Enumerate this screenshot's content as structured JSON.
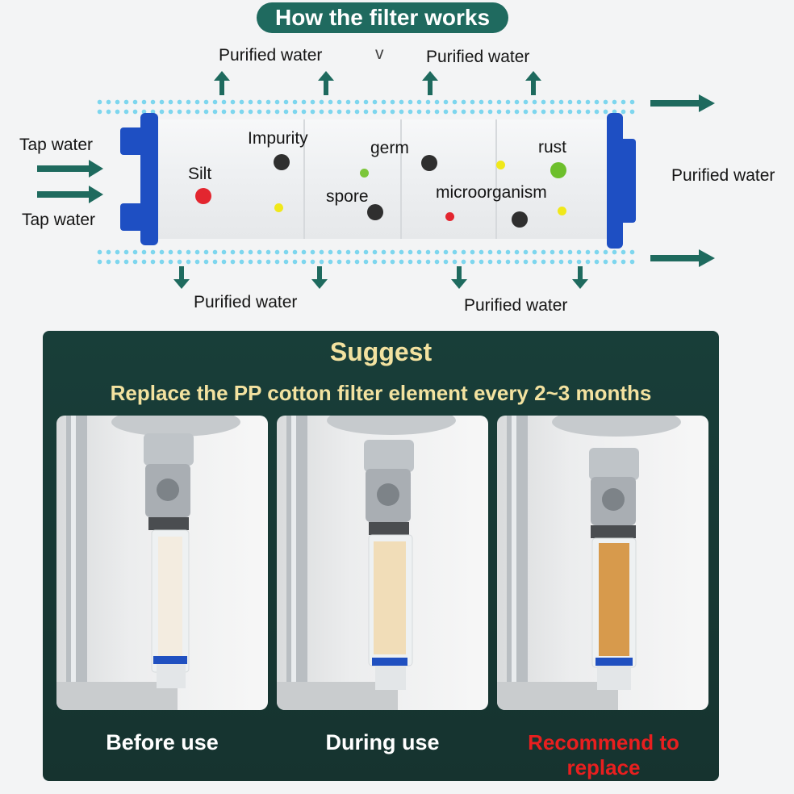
{
  "title": "How the filter works",
  "labels": {
    "purified_top_left": "Purified water",
    "purified_top_right": "Purified water",
    "chevron": "v",
    "purified_right": "Purified water",
    "purified_bottom_left": "Purified water",
    "purified_bottom_right": "Purified water",
    "tap_water_1": "Tap water",
    "tap_water_2": "Tap water"
  },
  "particles": {
    "impurity": "Impurity",
    "germ": "germ",
    "rust": "rust",
    "silt": "Silt",
    "spore": "spore",
    "microorganism": "microorganism"
  },
  "colors": {
    "teal": "#1f6a5f",
    "arrow": "#1e6a5e",
    "cap_blue": "#1e4fc3",
    "dots": "#7ed6ee",
    "panel_bg": "#183e39",
    "gold_text": "#f3e2a0",
    "replace_red": "#e81f1f"
  },
  "suggest": {
    "heading": "Suggest",
    "text": "Replace the PP cotton filter element every 2~3 months"
  },
  "stages": [
    {
      "caption": "Before use"
    },
    {
      "caption": "During use"
    },
    {
      "caption": "Recommend to replace"
    }
  ]
}
